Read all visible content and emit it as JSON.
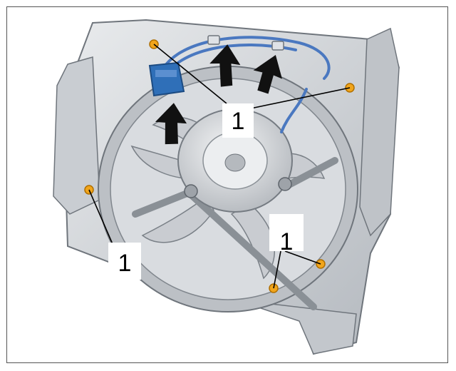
{
  "callouts": {
    "top": "1",
    "left": "1",
    "bottom_right": "1"
  },
  "colors": {
    "housing": "#d7dade",
    "housing_shadow": "#9aa0a8",
    "fan_blade": "#c9ccd1",
    "hub": "#e6e8ea",
    "connector": "#2f6fb8",
    "wire": "#4a78c0",
    "bolt": "#f1a51b",
    "arrow": "#111111"
  },
  "icons": [
    "up-arrow-icon",
    "bolt-marker-icon",
    "connector-icon"
  ]
}
